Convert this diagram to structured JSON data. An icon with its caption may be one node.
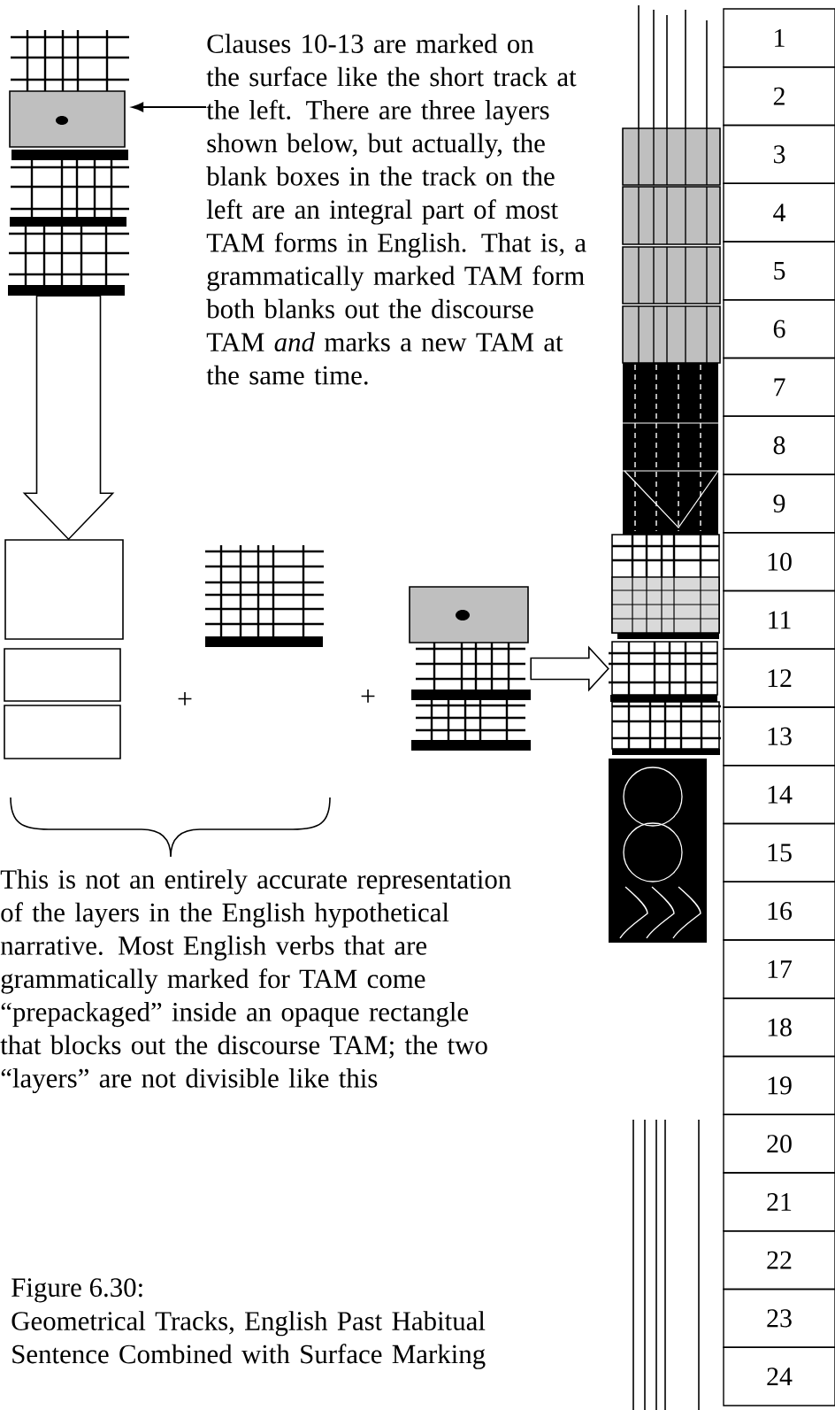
{
  "diagram": {
    "title": "Figure 6.30:",
    "caption": "Geometrical Tracks, English Past Habitual Sentence Combined with Surface Marking",
    "nodes": [
      {
        "text": [],
        "shape": "picture"
      },
      {
        "text": [
          "Clauses 10-13 are marked on the surface like the short track at the left.  There are three layers shown below, but actually, the blank boxes in the track on the left are an integral part of most TAM forms in English.  That is, a grammatically marked TAM form both blanks out the discourse TAM *and* marks a new TAM at the same time."
        ]
      },
      {
        "text": [],
        "shape": "box"
      },
      {
        "text": [],
        "shape": "box"
      },
      {
        "text": [],
        "shape": "box"
      },
      {
        "text": [],
        "shape": "picture"
      },
      {
        "text": [],
        "shape": "picture"
      },
      {
        "text": [],
        "shape": "picture"
      },
      {
        "text": [
          "1"
        ]
      },
      {
        "text": [
          "2"
        ]
      },
      {
        "text": [
          "3"
        ]
      },
      {
        "text": [
          "4"
        ]
      },
      {
        "text": [
          "5"
        ]
      },
      {
        "text": [
          "6"
        ]
      },
      {
        "text": [
          "7"
        ]
      },
      {
        "text": [
          "8"
        ]
      },
      {
        "text": [
          "9"
        ]
      },
      {
        "text": [
          "10"
        ]
      },
      {
        "text": [
          "11"
        ]
      },
      {
        "text": [
          "12"
        ]
      },
      {
        "text": [
          "13"
        ]
      },
      {
        "text": [
          "14"
        ]
      },
      {
        "text": [
          "15"
        ]
      },
      {
        "text": [
          "16"
        ]
      },
      {
        "text": [
          "17"
        ]
      },
      {
        "text": [
          "18"
        ]
      },
      {
        "text": [
          "19"
        ]
      },
      {
        "text": [
          "20"
        ]
      },
      {
        "text": [
          "21"
        ]
      },
      {
        "text": [
          "22"
        ]
      },
      {
        "text": [
          "23"
        ]
      },
      {
        "text": [
          "24"
        ]
      }
    ],
    "edges": [
      {
        "from": 1,
        "to": 0,
        "arrow": "to"
      },
      {
        "from": 0,
        "to": 2,
        "arrow": "to",
        "style": "thick"
      },
      {
        "from": 6,
        "to": 7,
        "arrow": "to",
        "style": "thick"
      }
    ],
    "labels": [
      "+",
      "+",
      "This is not an entirely accurate representation of the layers in the English hypothetical narrative.  Most English verbs that are grammatically marked for TAM come “prepackaged” inside an opaque rectangle that blocks out the discourse TAM; the two “layers” are not divisible like this"
    ]
  }
}
